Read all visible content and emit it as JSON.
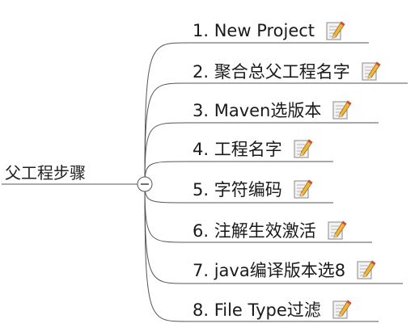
{
  "root": {
    "label": "父工程步骤",
    "collapse_symbol": "−"
  },
  "branches": [
    {
      "label": "1. New Project",
      "icon": "note-pencil-icon"
    },
    {
      "label": "2. 聚合总父工程名字",
      "icon": "note-pencil-icon"
    },
    {
      "label": "3. Maven选版本",
      "icon": "note-pencil-icon"
    },
    {
      "label": "4. 工程名字",
      "icon": "note-pencil-icon"
    },
    {
      "label": "5. 字符编码",
      "icon": "note-pencil-icon"
    },
    {
      "label": "6. 注解生效激活",
      "icon": "note-pencil-icon"
    },
    {
      "label": "7. java编译版本选8",
      "icon": "note-pencil-icon"
    },
    {
      "label": "8. File Type过滤",
      "icon": "note-pencil-icon"
    }
  ]
}
